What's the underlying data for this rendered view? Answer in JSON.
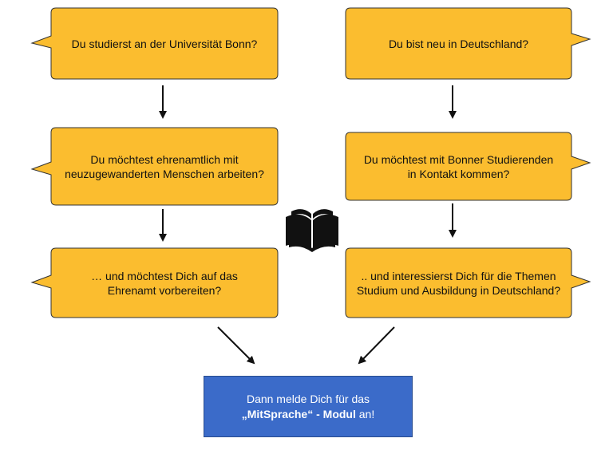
{
  "colors": {
    "bubble_fill": "#fbbd2f",
    "bubble_stroke": "#333333",
    "final_fill": "#3b6bc9",
    "arrow": "#111111"
  },
  "left": {
    "q1": "Du studierst an der Universität Bonn?",
    "q2_line1": "Du möchtest ehrenamtlich mit",
    "q2_line2": "neuzugewanderten Menschen arbeiten?",
    "q3_line1": "… und möchtest Dich auf das",
    "q3_line2": "Ehrenamt vorbereiten?"
  },
  "right": {
    "q1": "Du bist neu in Deutschland?",
    "q2_line1": "Du möchtest mit Bonner Studierenden",
    "q2_line2": "in Kontakt kommen?",
    "q3_line1": ".. und interessierst Dich für die Themen",
    "q3_line2": "Studium und Ausbildung in Deutschland?"
  },
  "center_icon": "open-book-icon",
  "result": {
    "line1": "Dann melde Dich für das",
    "bold": "„MitSprache“ - Modul",
    "suffix": " an!"
  }
}
